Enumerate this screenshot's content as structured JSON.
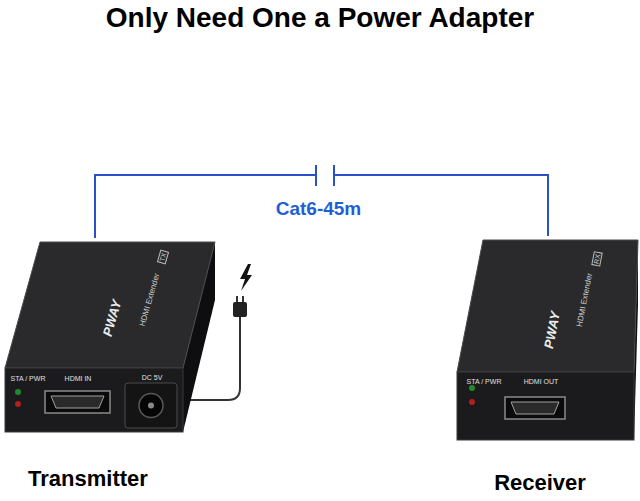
{
  "diagram": {
    "title": "Only Need One a Power Adapter",
    "nodes": [
      {
        "text": [
          "Transmitter"
        ]
      },
      {
        "text": [
          "Receiver"
        ]
      }
    ],
    "edges": [
      {
        "from": 0,
        "to": 1,
        "arrow": "none",
        "label": "Cat6-45m"
      }
    ],
    "labels": [
      "PWAY",
      "HDMI Extender",
      "TX",
      "STA / PWR",
      "HDMI IN",
      "DC 5V",
      "PWAY",
      "HDMI Extender",
      "RX",
      "STA / PWR",
      "HDMI OUT"
    ]
  }
}
